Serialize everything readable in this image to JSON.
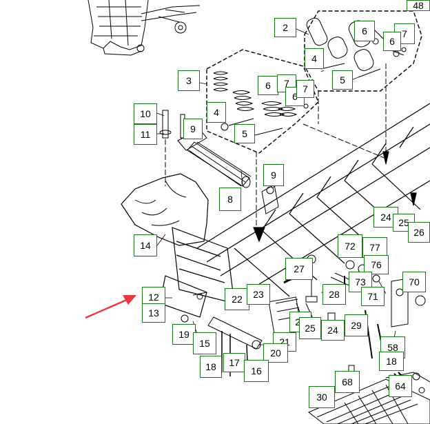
{
  "diagram": {
    "callouts": [
      "2",
      "3",
      "4",
      "5",
      "6",
      "7",
      "6",
      "7",
      "4",
      "5",
      "6",
      "7",
      "6",
      "10",
      "11",
      "9",
      "8",
      "9",
      "14",
      "12",
      "13",
      "24",
      "25",
      "26",
      "72",
      "77",
      "76",
      "27",
      "73",
      "71",
      "70",
      "22",
      "23",
      "28",
      "29",
      "26",
      "25",
      "24",
      "58",
      "18",
      "19",
      "15",
      "21",
      "20",
      "18",
      "17",
      "16",
      "68",
      "64",
      "30",
      "48"
    ],
    "colors": {
      "callout_border": "#1a7a1a",
      "line_art": "#000000",
      "arrow": "#e8383d"
    }
  }
}
